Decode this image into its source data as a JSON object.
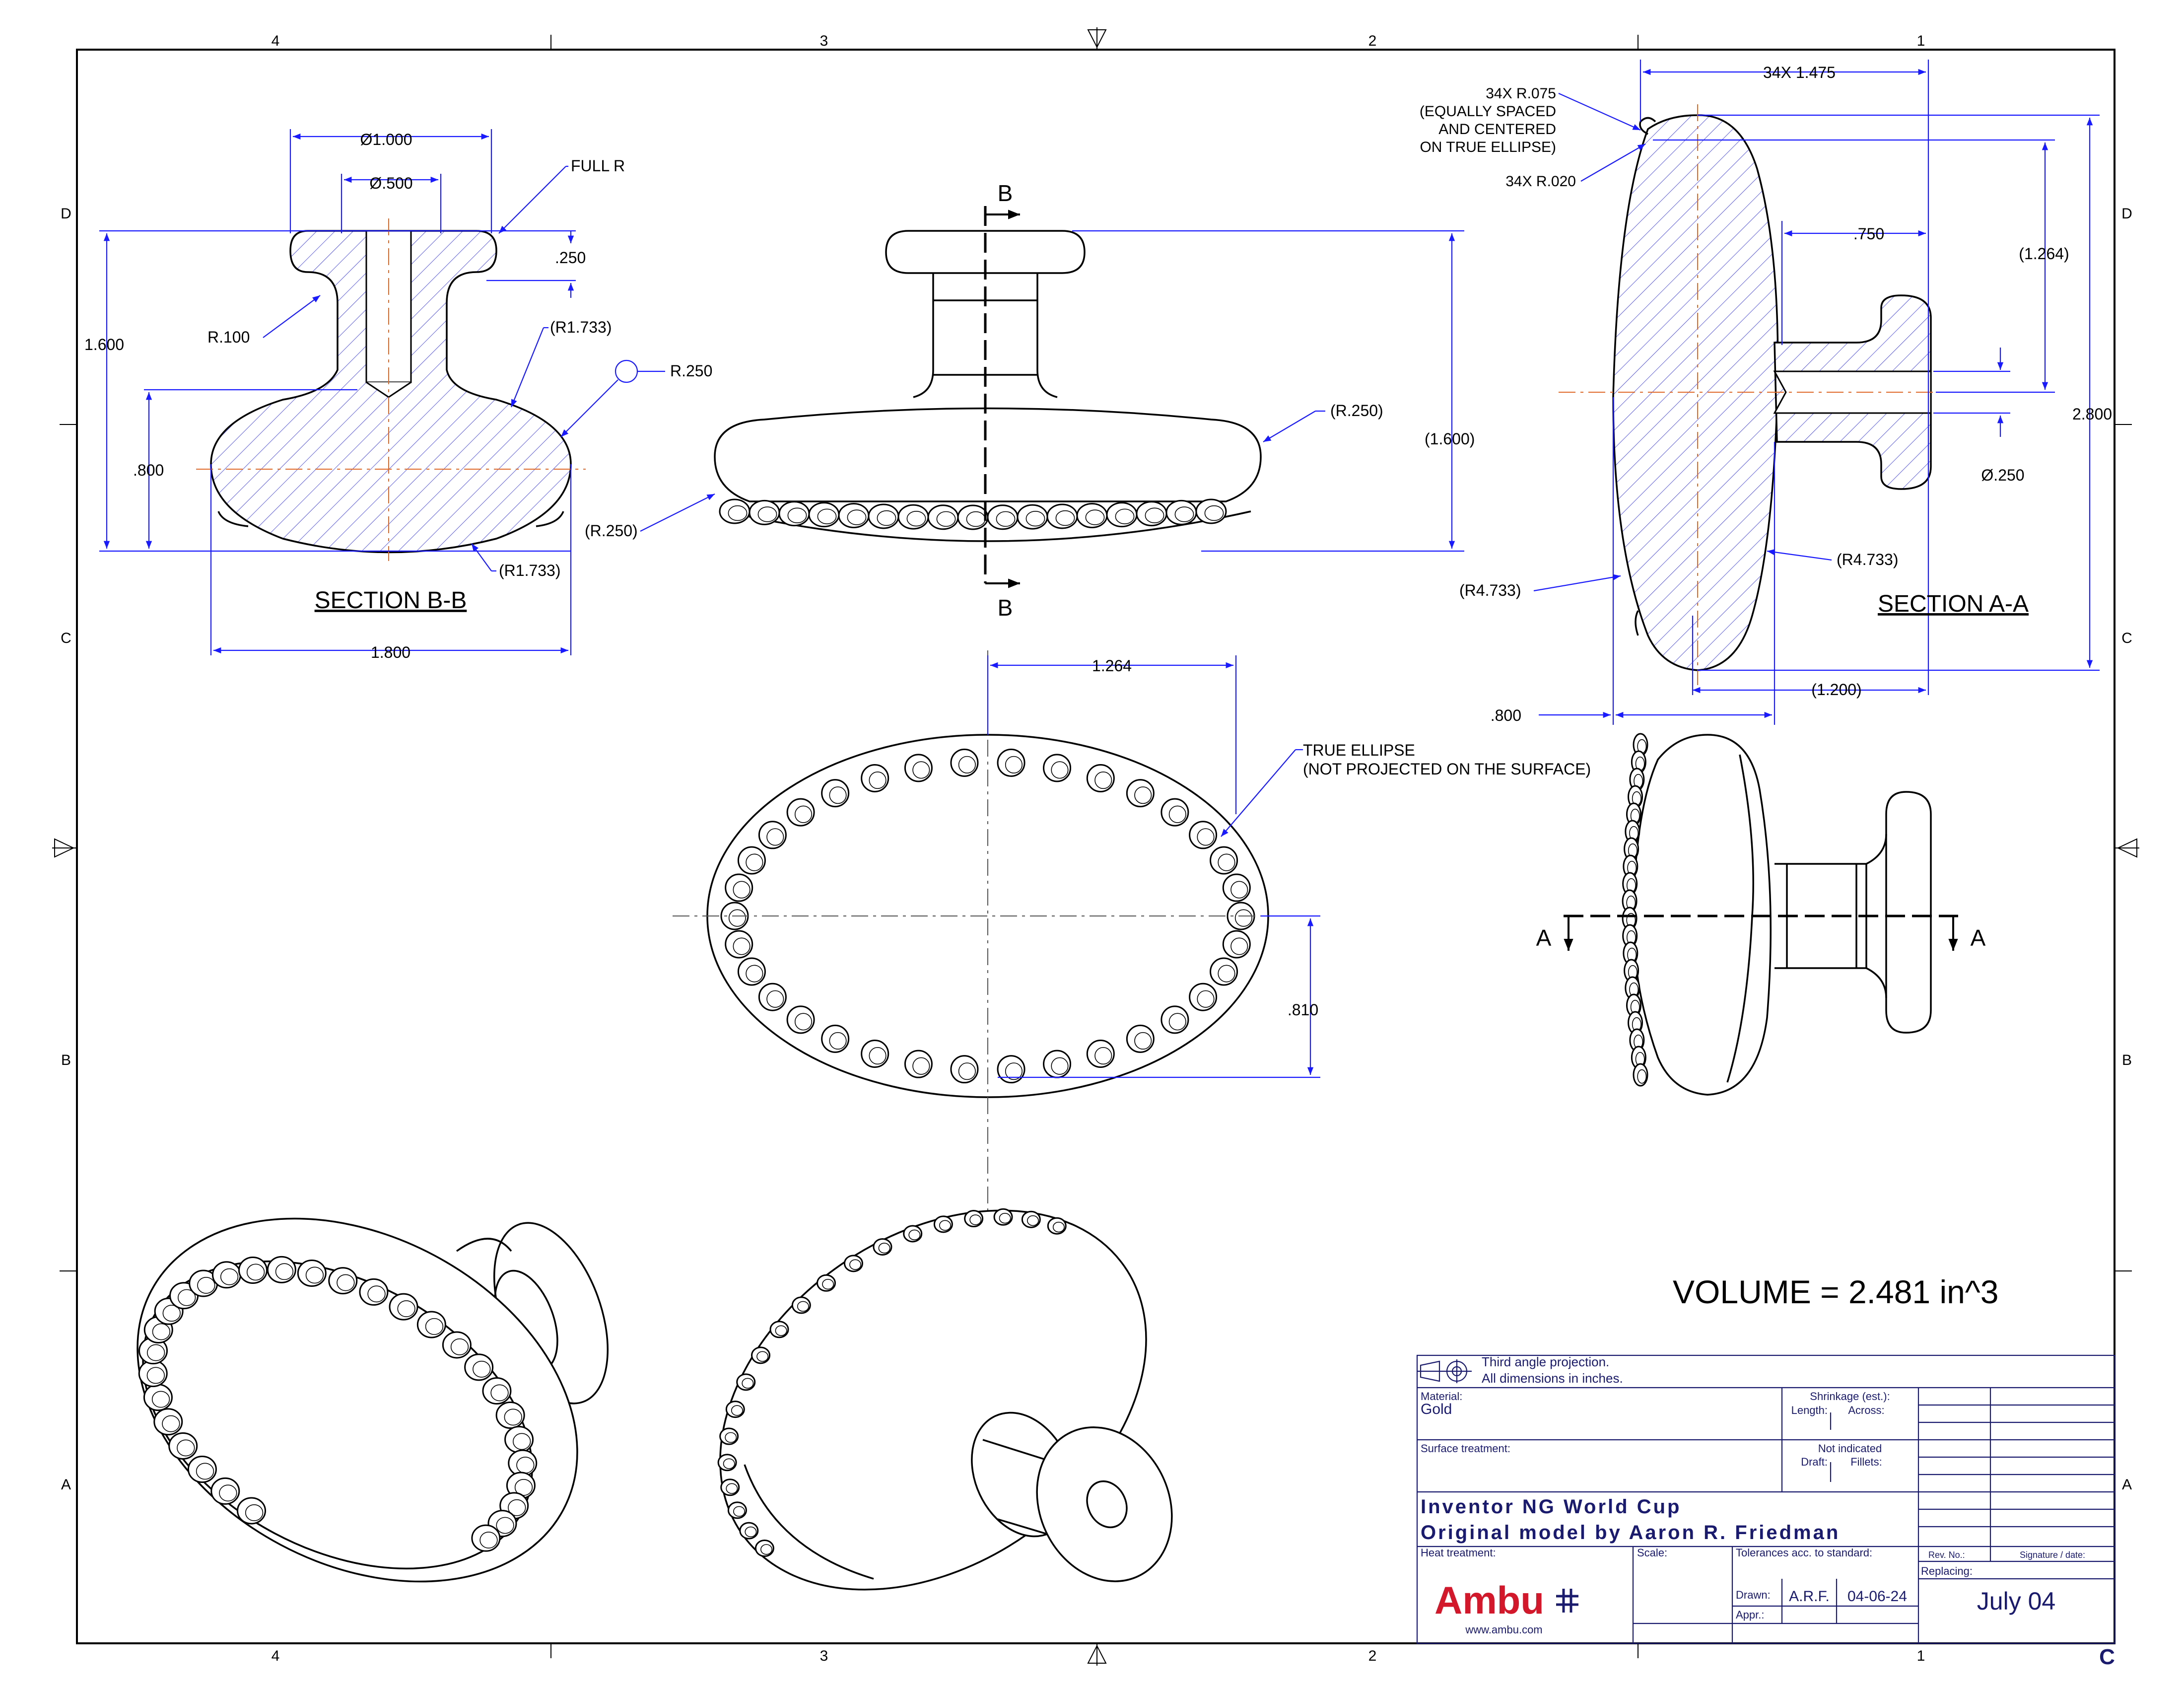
{
  "zones": {
    "columns": [
      "4",
      "3",
      "2",
      "1"
    ],
    "rows": [
      "D",
      "C",
      "B",
      "A"
    ]
  },
  "section_bb": {
    "title": "SECTION  B-B",
    "dia_outer": "Ø1.000",
    "dia_inner": "Ø.500",
    "full_r": "FULL R",
    "dim_250": ".250",
    "r_100": "R.100",
    "r_1733_top": "(R1.733)",
    "r_250": "R.250",
    "height": "1.600",
    "dim_800": ".800",
    "r_1733_bot": "(R1.733)",
    "width": "1.800"
  },
  "front_view": {
    "cut_label": "B",
    "r_250_right": "(R.250)",
    "r_250_left": "(R.250)",
    "height": "(1.600)"
  },
  "section_aa": {
    "title": "SECTION  A-A",
    "bead_r075": "34X R.075",
    "bead_note_1": "(EQUALLY SPACED",
    "bead_note_2": "AND CENTERED",
    "bead_note_3": "ON TRUE ELLIPSE)",
    "bead_r020": "34X R.020",
    "bead_pitch": "34X 1.475",
    "dim_750": ".750",
    "dim_1264": "(1.264)",
    "dim_2800": "2.800",
    "dia_250": "Ø.250",
    "r_4733_right": "(R4.733)",
    "r_4733_left": "(R4.733)",
    "dim_1200": "(1.200)",
    "dim_800": ".800"
  },
  "top_view": {
    "dim_1264": "1.264",
    "dim_810": ".810",
    "ellipse_note_1": "TRUE ELLIPSE",
    "ellipse_note_2": "(NOT PROJECTED ON THE SURFACE)"
  },
  "side_view": {
    "cut_label": "A"
  },
  "volume": "VOLUME = 2.481 in^3",
  "title_block": {
    "projection_1": "Third angle projection.",
    "projection_2": "All dimensions in inches.",
    "material_label": "Material:",
    "material_value": "Gold",
    "shrinkage_label": "Shrinkage (est.):",
    "length_label": "Length:",
    "across_label": "Across:",
    "surface_label": "Surface treatment:",
    "not_indicated": "Not indicated",
    "draft_label": "Draft:",
    "fillets_label": "Fillets:",
    "title_1": "Inventor NG World Cup",
    "title_2": "Original model by Aaron R. Friedman",
    "heat_label": "Heat treatment:",
    "scale_label": "Scale:",
    "tolerances_label": "Tolerances acc. to standard:",
    "rev_label": "Rev. No.:",
    "signature_label": "Signature / date:",
    "replacing_label": "Replacing:",
    "drawn_label": "Drawn:",
    "drawn_by": "A.R.F.",
    "drawn_date": "04-06-24",
    "appr_label": "Appr.:",
    "replacing_value": "July 04",
    "logo_text": "Ambu",
    "logo_url": "www.ambu.com",
    "sheet_size": "C"
  },
  "colors": {
    "dimension": "#1a1aff",
    "centerline": "#e06a2a",
    "title_block": "#1a1a6e",
    "logo": "#d3182b"
  }
}
